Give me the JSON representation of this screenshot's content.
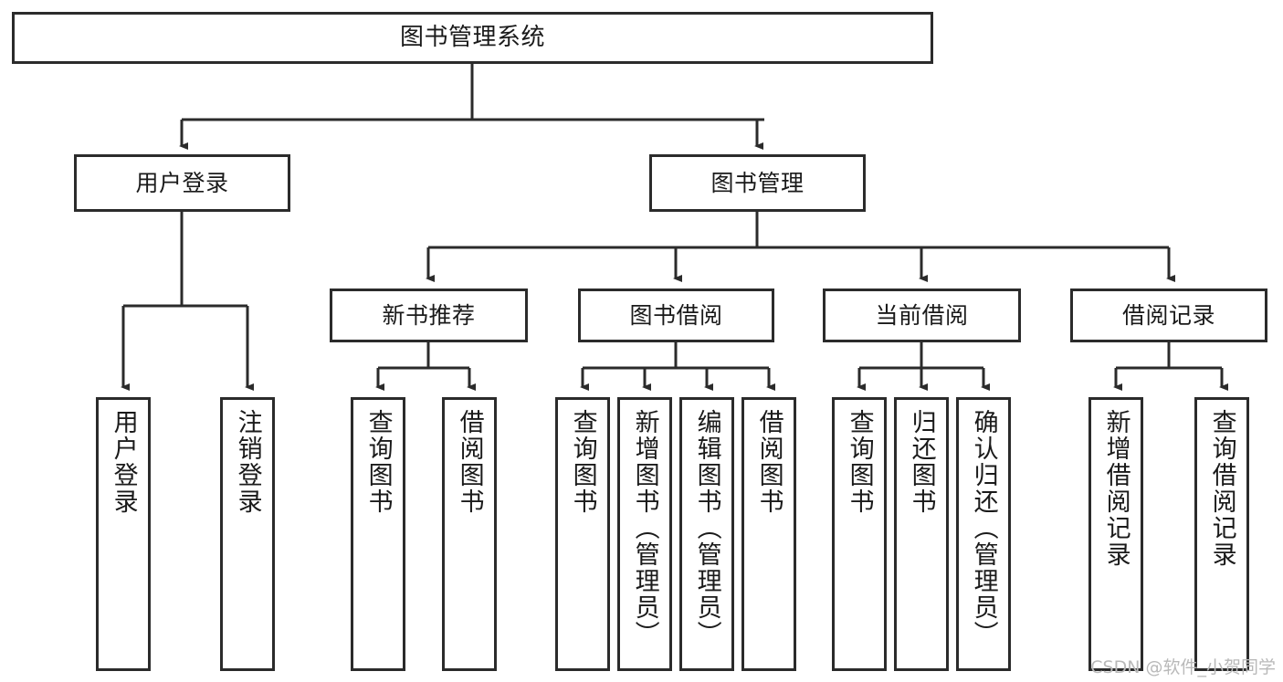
{
  "diagram": {
    "title": "图书管理系统",
    "watermark": "CSDN @软件_小贺同学",
    "colors": {
      "stroke": "#2b2b2b",
      "fill": "#ffffff",
      "text": "#1a1a1a",
      "watermark": "#b9b9b9"
    },
    "nodes": {
      "root": {
        "label": "图书管理系统"
      },
      "level2": [
        {
          "label": "用户登录"
        },
        {
          "label": "图书管理"
        }
      ],
      "level3": [
        {
          "label": "新书推荐"
        },
        {
          "label": "图书借阅"
        },
        {
          "label": "当前借阅"
        },
        {
          "label": "借阅记录"
        }
      ],
      "leaves": {
        "user_login": [
          {
            "label": "用户登录"
          },
          {
            "label": "注销登录"
          }
        ],
        "new_book": [
          {
            "label": "查询图书"
          },
          {
            "label": "借阅图书"
          }
        ],
        "book_borrow": [
          {
            "label": "查询图书"
          },
          {
            "label": "新增图书（管理员）"
          },
          {
            "label": "编辑图书（管理员）"
          },
          {
            "label": "借阅图书"
          }
        ],
        "current_borrow": [
          {
            "label": "查询图书"
          },
          {
            "label": "归还图书"
          },
          {
            "label": "确认归还（管理员）"
          }
        ],
        "borrow_record": [
          {
            "label": "新增借阅记录"
          },
          {
            "label": "查询借阅记录"
          }
        ]
      }
    }
  }
}
